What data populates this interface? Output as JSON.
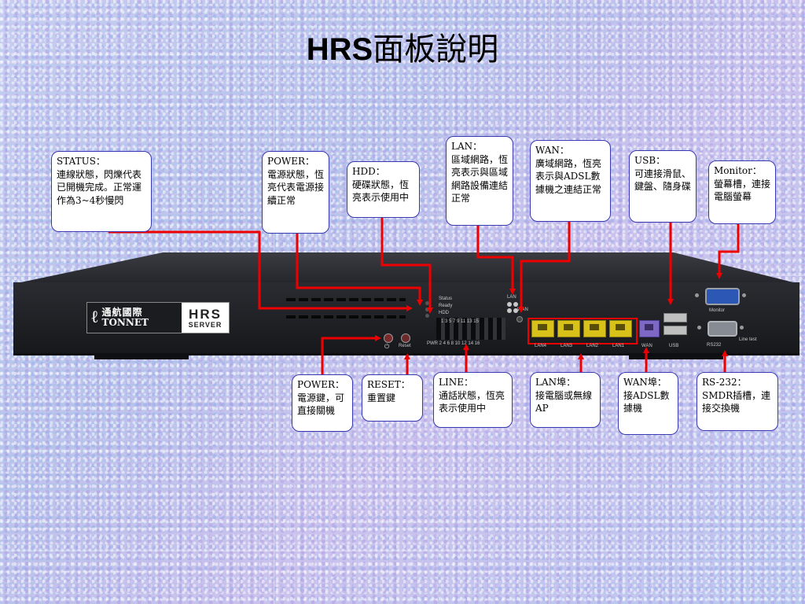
{
  "title": {
    "en": "HRS",
    "zh": "面板說明"
  },
  "device": {
    "logo_zh": "通航國際",
    "logo_en": "TONNET",
    "logo_product": "HRS",
    "logo_server": "SERVER",
    "panel_labels": {
      "status": "Status",
      "ready": "Ready",
      "hdd": "HDD",
      "lan": "LAN",
      "wan_top": "WAN",
      "line_top": "1  3  5  7  9  11  13  15",
      "line_bottom": "PWR 2  4  6  8  10  12  14  16",
      "reset": "Reset",
      "lan4": "LAN4",
      "lan3": "LAN3",
      "lan2": "LAN2",
      "lan1": "LAN1",
      "wan": "WAN",
      "usb": "USB",
      "monitor": "Monitor",
      "rs232": "RS232",
      "line_test": "Line test"
    }
  },
  "callouts": {
    "status": {
      "heading": "STATUS：",
      "body": "連線狀態，閃爍代表已開機完成。正常運作為3~4秒慢閃"
    },
    "power_led": {
      "heading": "POWER：",
      "body": "電源狀態，恆亮代表電源接續正常"
    },
    "hdd": {
      "heading": "HDD：",
      "body": "硬碟狀態，恆亮表示使用中"
    },
    "lan": {
      "heading": "LAN：",
      "body": "區域網路，恆亮表示與區域網路設備連結正常"
    },
    "wan": {
      "heading": "WAN：",
      "body": "廣域網路，恆亮表示與ADSL數據機之連結正常"
    },
    "usb": {
      "heading": "USB：",
      "body": "可連接滑鼠、鍵盤、隨身碟"
    },
    "monitor": {
      "heading": "Monitor：",
      "body": "螢幕槽，連接電腦螢幕"
    },
    "power_key": {
      "heading": "POWER：",
      "body": "電源鍵，可直接關機"
    },
    "reset": {
      "heading": "RESET：",
      "body": "重置鍵"
    },
    "line": {
      "heading": "LINE：",
      "body": "通話狀態，恆亮表示使用中"
    },
    "lan_port": {
      "heading": "LAN埠：",
      "body": "接電腦或無線AP"
    },
    "wan_port": {
      "heading": "WAN埠：",
      "body": "接ADSL數據機"
    },
    "rs232": {
      "heading": "RS-232：",
      "body": "SMDR插槽，連接交換機"
    }
  },
  "colors": {
    "arrow": "#ee0000",
    "callout_border": "#3a3ab0",
    "chassis": "#1c1d22"
  }
}
